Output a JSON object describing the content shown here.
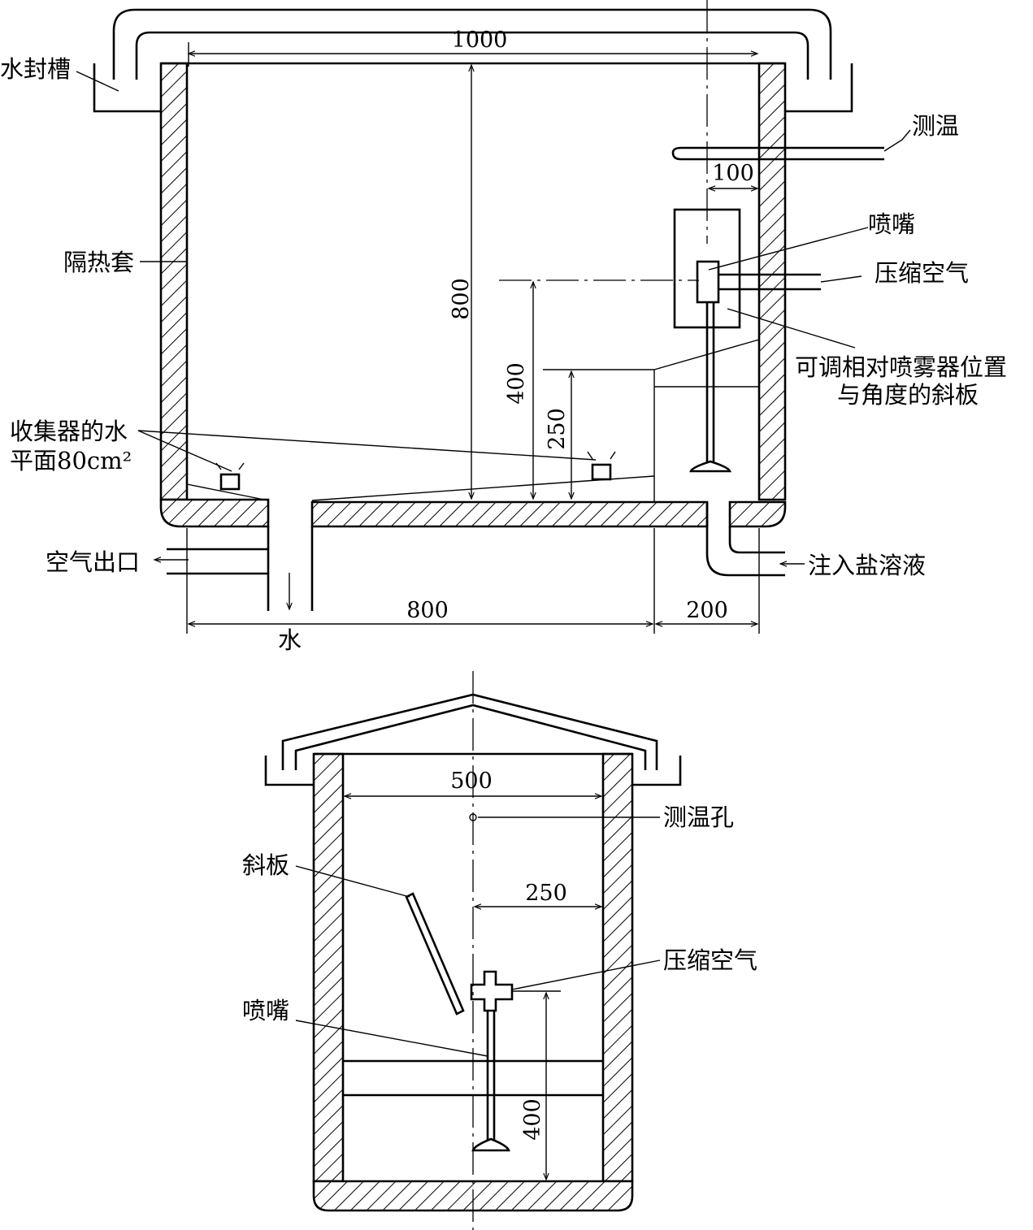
{
  "top_view": {
    "labels": {
      "water_seal": "水封槽",
      "insulation": "隔热套",
      "collector_line1": "收集器的水",
      "collector_line2": "平面80cm²",
      "air_outlet": "空气出口",
      "water": "水",
      "temp_measure": "测温",
      "nozzle": "喷嘴",
      "compressed_air": "压缩空气",
      "baffle_line1": "可调相对喷雾器位置",
      "baffle_line2": "与角度的斜板",
      "salt_inlet": "注入盐溶液"
    },
    "dimensions": {
      "width_total": "1000",
      "height": "800",
      "nozzle_height": "400",
      "collector_height": "250",
      "nozzle_offset": "100",
      "bottom_main": "800",
      "bottom_right": "200"
    }
  },
  "bottom_view": {
    "labels": {
      "temp_hole": "测温孔",
      "baffle": "斜板",
      "compressed_air": "压缩空气",
      "nozzle": "喷嘴"
    },
    "dimensions": {
      "inner_width": "500",
      "half_width": "250",
      "nozzle_height": "400"
    }
  }
}
